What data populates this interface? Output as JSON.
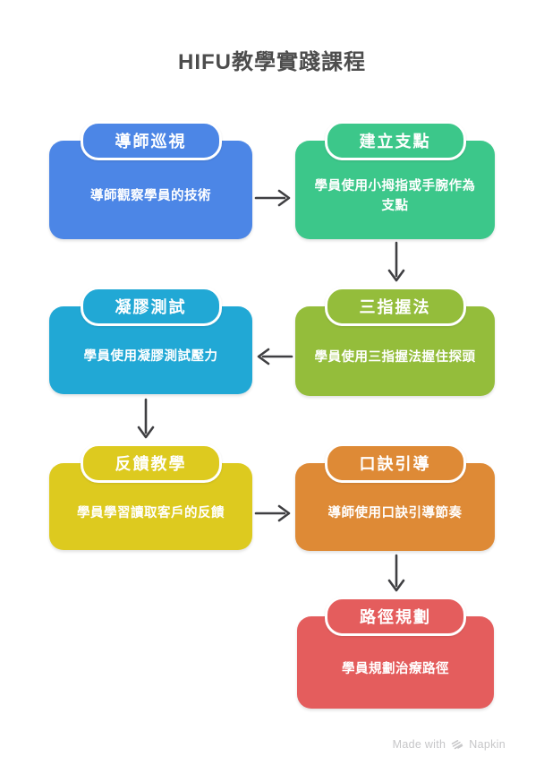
{
  "title": "HIFU教學實踐課程",
  "nodes": [
    {
      "label": "導師巡視",
      "body": "導師觀察學員的技術",
      "color": "#4C86E6"
    },
    {
      "label": "建立支點",
      "body": "學員使用小拇指或手腕作為支點",
      "color": "#3CC78A"
    },
    {
      "label": "凝膠測試",
      "body": "學員使用凝膠測試壓力",
      "color": "#21A8D5"
    },
    {
      "label": "三指握法",
      "body": "學員使用三指握法握住探頭",
      "color": "#94BD3B"
    },
    {
      "label": "反饋教學",
      "body": "學員學習讀取客戶的反饋",
      "color": "#DDCA1F"
    },
    {
      "label": "口訣引導",
      "body": "導師使用口訣引導節奏",
      "color": "#DE8A36"
    },
    {
      "label": "路徑規劃",
      "body": "學員規劃治療路徑",
      "color": "#E45D5D"
    }
  ],
  "connections": [
    {
      "from": "導師巡視",
      "to": "建立支點",
      "direction": "right"
    },
    {
      "from": "建立支點",
      "to": "三指握法",
      "direction": "down"
    },
    {
      "from": "三指握法",
      "to": "凝膠測試",
      "direction": "left"
    },
    {
      "from": "凝膠測試",
      "to": "反饋教學",
      "direction": "down"
    },
    {
      "from": "反饋教學",
      "to": "口訣引導",
      "direction": "right"
    },
    {
      "from": "口訣引導",
      "to": "路徑規劃",
      "direction": "down"
    }
  ],
  "arrows": {
    "color": "#3f3f42"
  },
  "text_color": "#4d4d4d",
  "footer": {
    "made_with": "Made with",
    "brand": "Napkin",
    "color": "#c6c6c8"
  }
}
